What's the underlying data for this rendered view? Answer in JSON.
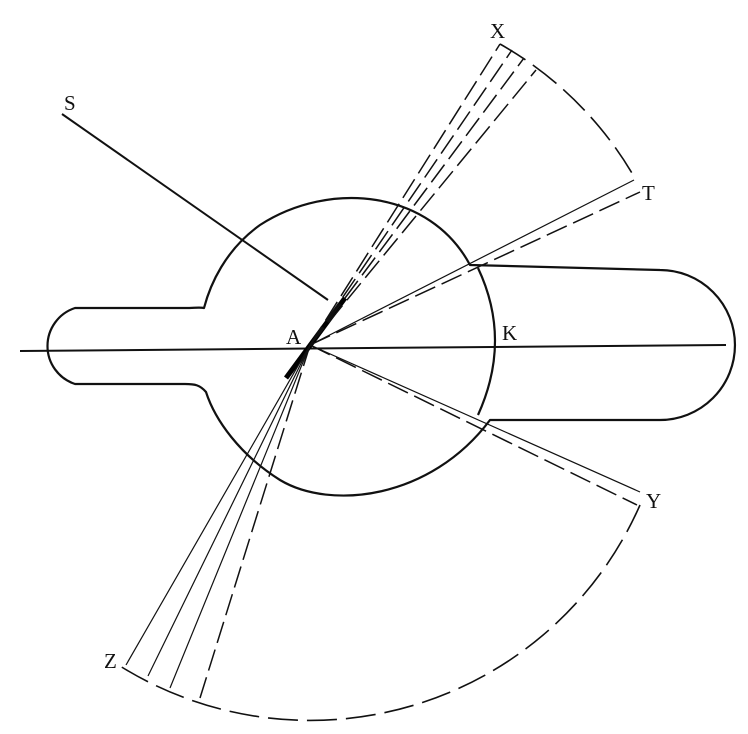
{
  "labels": {
    "s": "S",
    "x": "X",
    "t": "T",
    "a": "A",
    "k": "K",
    "y": "Y",
    "z": "Z"
  }
}
